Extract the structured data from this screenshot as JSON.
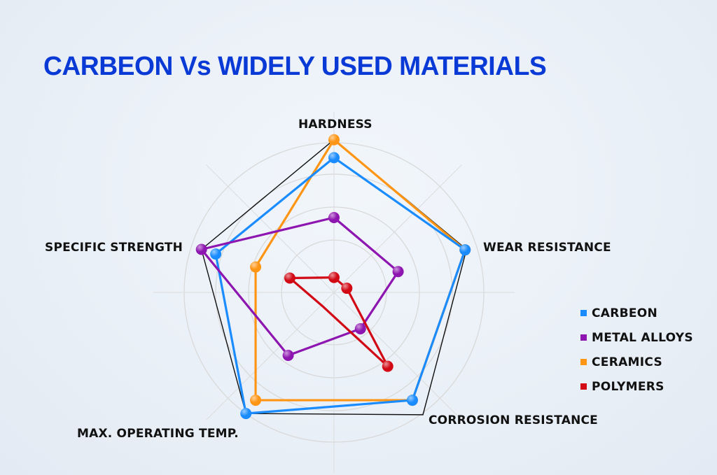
{
  "title": "CARBEON Vs WIDELY USED MATERIALS",
  "chart_data": {
    "type": "radar",
    "title": "CARBEON Vs WIDELY USED MATERIALS",
    "categories": [
      "HARDNESS",
      "WEAR RESISTANCE",
      "CORROSION RESISTANCE",
      "MAX. OPERATING TEMP.",
      "SPECIFIC STRENGTH"
    ],
    "scale": {
      "min": 0,
      "max": 10,
      "rings": [
        3.5,
        5.7,
        7.9,
        10
      ],
      "gridlines": true,
      "note": "no numeric tick labels shown; values estimated as fraction of outer ring x10"
    },
    "series": [
      {
        "name": "CARBEON",
        "color": "#1a8cff",
        "values": [
          9.0,
          9.2,
          8.9,
          10.0,
          8.3
        ]
      },
      {
        "name": "METAL ALLOYS",
        "color": "#8e16b0",
        "values": [
          5.0,
          4.5,
          3.0,
          5.2,
          9.3
        ]
      },
      {
        "name": "CERAMICS",
        "color": "#ff9514",
        "values": [
          10.2,
          9.2,
          8.9,
          8.9,
          5.5
        ]
      },
      {
        "name": "POLYMERS",
        "color": "#d10a16",
        "values": [
          1.0,
          0.9,
          6.1,
          1.2,
          3.1
        ]
      }
    ],
    "envelope": {
      "name": "outline",
      "color": "#111111",
      "values": [
        10.2,
        9.3,
        10.1,
        10.0,
        9.3
      ]
    },
    "legend_position": "right"
  },
  "axis_labels": {
    "hardness": "HARDNESS",
    "wear": "WEAR RESISTANCE",
    "corrosion": "CORROSION RESISTANCE",
    "temp": "MAX. OPERATING TEMP.",
    "strength": "SPECIFIC STRENGTH"
  },
  "legend": [
    {
      "label": "CARBEON",
      "color": "#1a8cff"
    },
    {
      "label": "METAL ALLOYS",
      "color": "#8e16b0"
    },
    {
      "label": "CERAMICS",
      "color": "#ff9514"
    },
    {
      "label": "POLYMERS",
      "color": "#d10a16"
    }
  ]
}
